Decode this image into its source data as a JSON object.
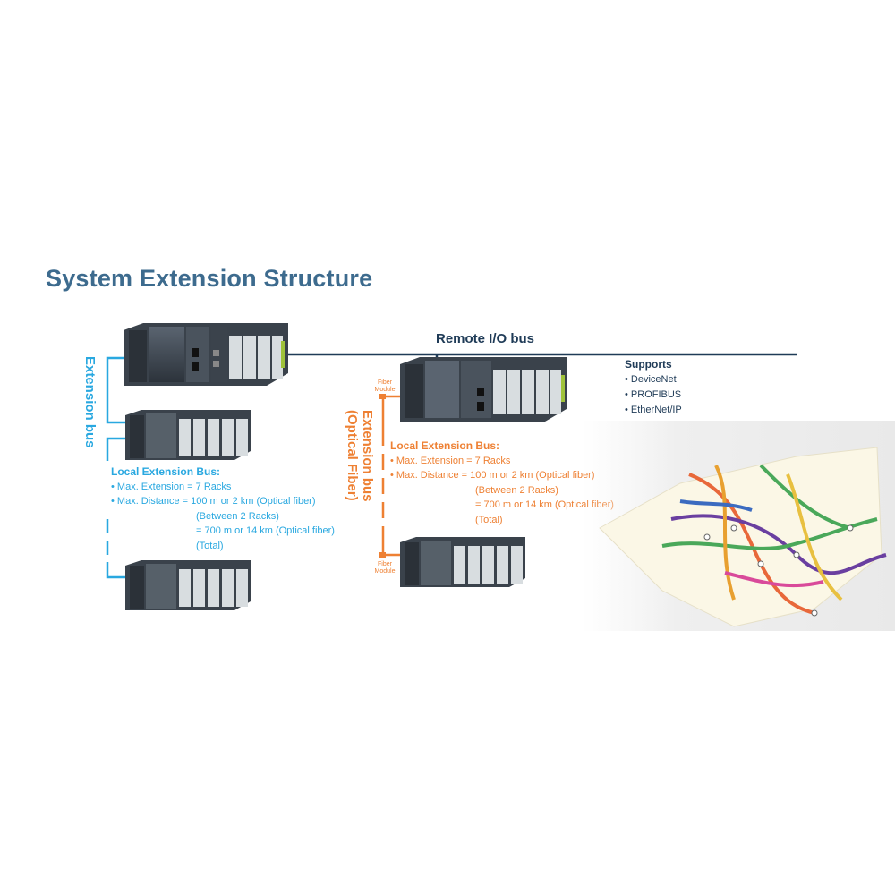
{
  "title": "System Extension Structure",
  "remote_bus": {
    "label": "Remote I/O bus"
  },
  "supports": {
    "header": "Supports",
    "items": [
      "• DeviceNet",
      "• PROFIBUS",
      "• EtherNet/IP"
    ]
  },
  "left_extension": {
    "bus_label": "Extension bus",
    "heading": "Local Extension Bus:",
    "lines": [
      "• Max. Extension = 7 Racks",
      "• Max. Distance = 100 m or 2 km (Optical fiber)",
      "(Between 2 Racks)",
      "= 700 m or 14 km (Optical fiber)",
      "(Total)"
    ]
  },
  "right_extension": {
    "bus_label_line1": "Extension bus",
    "bus_label_line2": "(Optical Fiber)",
    "heading": "Local Extension Bus:",
    "lines": [
      "• Max. Extension = 7 Racks",
      "• Max. Distance = 100 m or 2 km (Optical fiber)",
      "(Between 2 Racks)",
      "= 700 m or 14 km (Optical fiber)",
      "(Total)"
    ],
    "fiber_module_top": [
      "Fiber",
      "Module"
    ],
    "fiber_module_bottom": [
      "Fiber",
      "Module"
    ]
  },
  "colors": {
    "title": "#3d6b8e",
    "remote_bus": "#1f3b57",
    "local_bus": "#29a8e0",
    "fiber_bus": "#ee8033"
  }
}
